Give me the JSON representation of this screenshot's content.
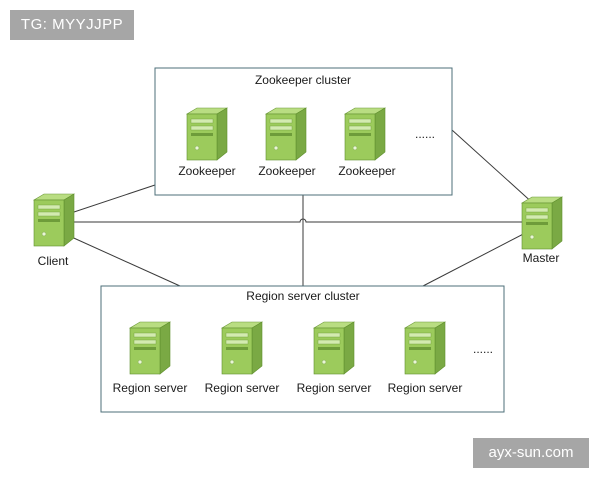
{
  "watermark_top_left": "TG: MYYJJPP",
  "watermark_bottom_right": "ayx-sun.com",
  "zookeeper_cluster": {
    "title": "Zookeeper cluster",
    "nodes": [
      "Zookeeper",
      "Zookeeper",
      "Zookeeper"
    ],
    "ellipsis": "......"
  },
  "region_cluster": {
    "title": "Region server cluster",
    "nodes": [
      "Region server",
      "Region server",
      "Region server",
      "Region server"
    ],
    "ellipsis": "......"
  },
  "client_label": "Client",
  "master_label": "Master",
  "icon": "server-tower-icon",
  "colors": {
    "server_light": "#a8d36a",
    "server_mid": "#8cbf4f",
    "server_dark": "#5f8f2d",
    "border": "#4d6f7a",
    "line": "#3a3a3a"
  }
}
